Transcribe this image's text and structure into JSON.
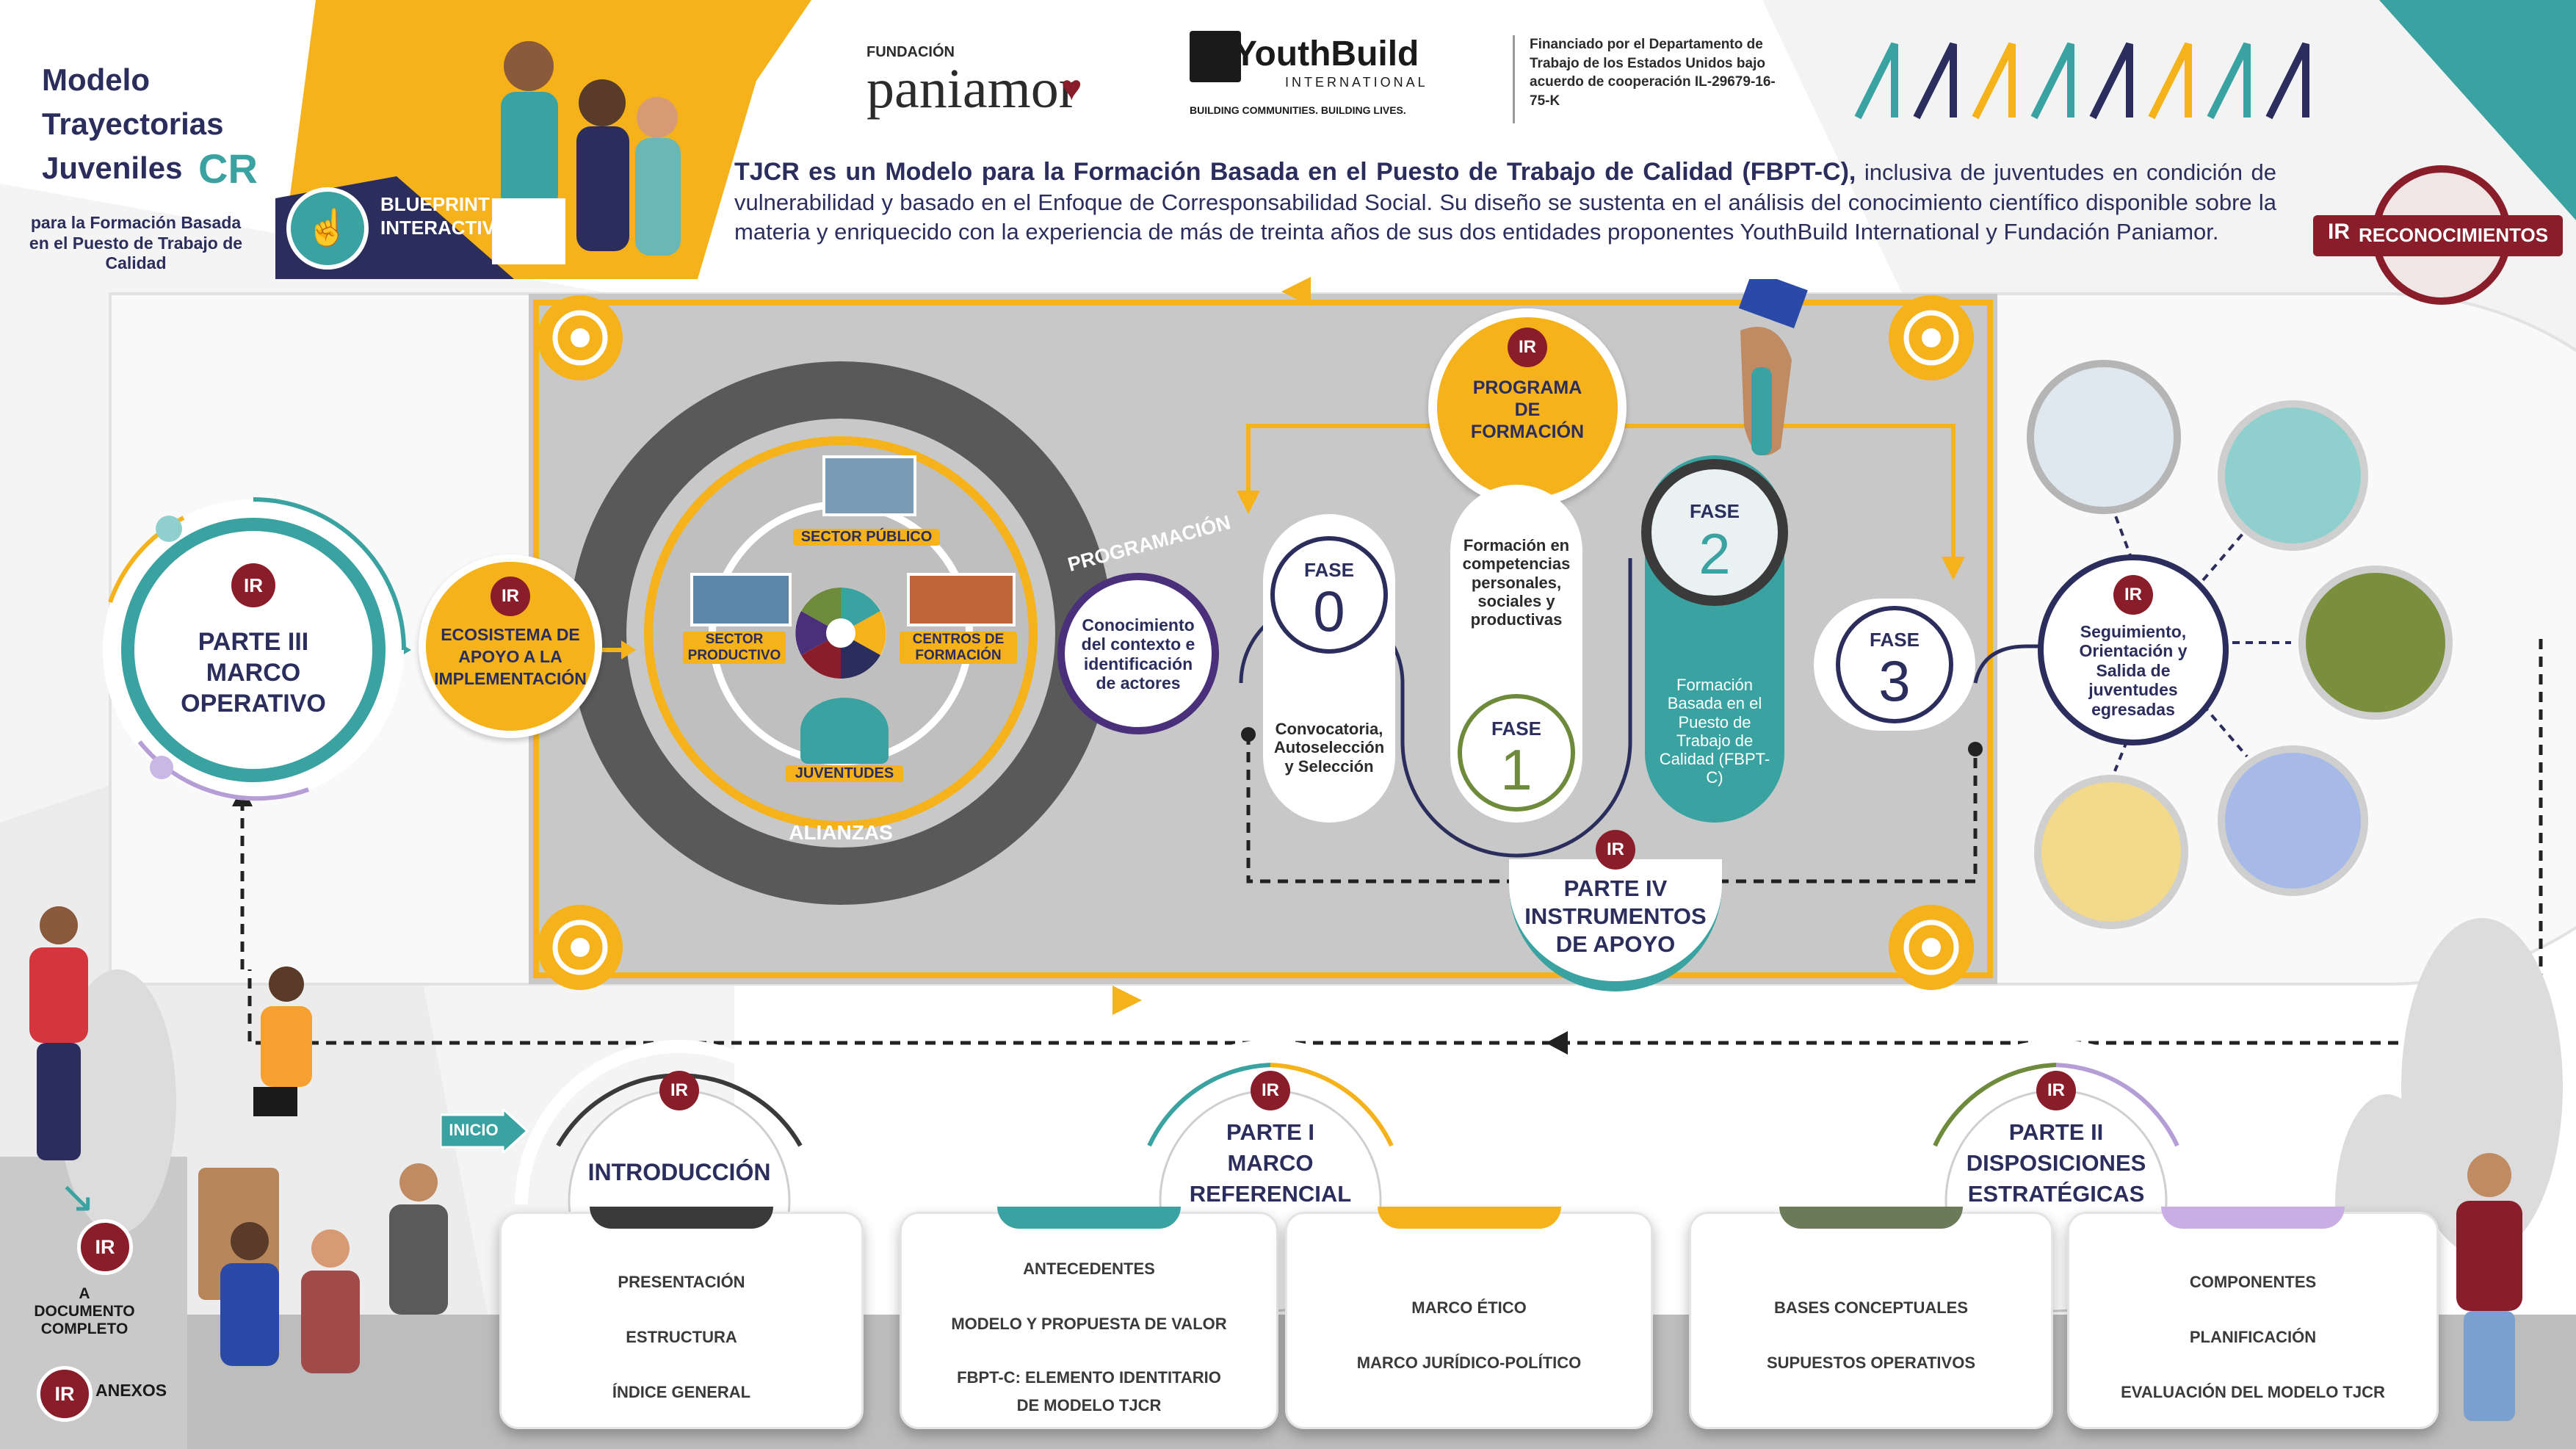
{
  "logo": {
    "line1": "Modelo",
    "line2": "Trayectorias",
    "line3": "Juveniles",
    "cr": "CR",
    "subtitle": "para la Formación Basada en el Puesto de Trabajo de Calidad"
  },
  "blueprint": {
    "label1": "BLUEPRINT",
    "label2": "INTERACTIVO"
  },
  "sponsors": {
    "paniamor_small": "FUNDACIÓN",
    "paniamor": "paniamor",
    "youthbuild": "YouthBuild",
    "youthbuild_sub": "INTERNATIONAL",
    "youthbuild_tag": "BUILDING COMMUNITIES. BUILDING LIVES.",
    "funding": "Financiado por el Departamento de Trabajo de los Estados Unidos bajo acuerdo de cooperación IL-29679-16-75-K"
  },
  "description": {
    "bold": "TJCR es un Modelo para la Formación Basada en el Puesto de Trabajo de Calidad (FBPT-C),",
    "rest": " inclusiva de juventudes en condición de vulnerabilidad y basado en el Enfoque de Corresponsabilidad Social. Su diseño se sustenta en el análisis del conocimiento científico disponible sobre la materia y enriquecido con la experiencia de más de treinta años de sus dos entidades proponentes YouthBuild International y Fundación Paniamor."
  },
  "ir": "IR",
  "reconocimientos": "RECONOCIMIENTOS",
  "parte3": {
    "l1": "PARTE III",
    "l2": "MARCO",
    "l3": "OPERATIVO"
  },
  "ecosistema": {
    "l1": "ECOSISTEMA DE",
    "l2": "APOYO A LA",
    "l3": "IMPLEMENTACIÓN"
  },
  "alianzas": {
    "sector_publico": "SECTOR PÚBLICO",
    "sector_productivo": "SECTOR PRODUCTIVO",
    "centros": "CENTROS DE FORMACIÓN",
    "juventudes": "JUVENTUDES",
    "label": "ALIANZAS"
  },
  "programacion": {
    "label": "PROGRAMACIÓN",
    "text": "Conocimiento del contexto e identificación de actores"
  },
  "programa": {
    "l1": "PROGRAMA",
    "l2": "DE",
    "l3": "FORMACIÓN"
  },
  "fase_word": "FASE",
  "fases": [
    {
      "num": "0",
      "text": "Convocatoria, Autoselección y Selección"
    },
    {
      "num": "1",
      "text": "Formación en competencias personales, sociales y productivas"
    },
    {
      "num": "2",
      "text": "Formación Basada en el Puesto de Trabajo de Calidad (FBPT-C)"
    },
    {
      "num": "3",
      "text": ""
    }
  ],
  "parte4": {
    "l1": "PARTE IV",
    "l2": "INSTRUMENTOS",
    "l3": "DE APOYO"
  },
  "seguimiento": "Seguimiento, Orientación y Salida de juventudes egresadas",
  "inicio": "INICIO",
  "introduccion": {
    "title": "INTRODUCCIÓN",
    "items": [
      "PRESENTACIÓN",
      "ESTRUCTURA",
      "ÍNDICE GENERAL"
    ]
  },
  "parte1": {
    "l1": "PARTE I",
    "l2": "MARCO",
    "l3": "REFERENCIAL",
    "left_items": [
      "ANTECEDENTES",
      "MODELO Y PROPUESTA DE VALOR",
      "FBPT-C: ELEMENTO IDENTITARIO",
      "DE MODELO TJCR"
    ],
    "right_items": [
      "MARCO ÉTICO",
      "MARCO JURÍDICO-POLÍTICO"
    ]
  },
  "parte2": {
    "l1": "PARTE II",
    "l2": "DISPOSICIONES",
    "l3": "ESTRATÉGICAS",
    "left_items": [
      "BASES CONCEPTUALES",
      "SUPUESTOS OPERATIVOS"
    ],
    "right_items": [
      "COMPONENTES",
      "PLANIFICACIÓN",
      "EVALUACIÓN DEL MODELO TJCR"
    ]
  },
  "documento": "A DOCUMENTO COMPLETO",
  "anexos": "ANEXOS",
  "colors": {
    "navy": "#2b2e5c",
    "teal": "#3aa3a1",
    "yellow": "#f5b21b",
    "green": "#6e8a3b",
    "purple": "#4a2f7a",
    "maroon": "#8a1d2a",
    "gray_panel": "#c8c8c8"
  }
}
